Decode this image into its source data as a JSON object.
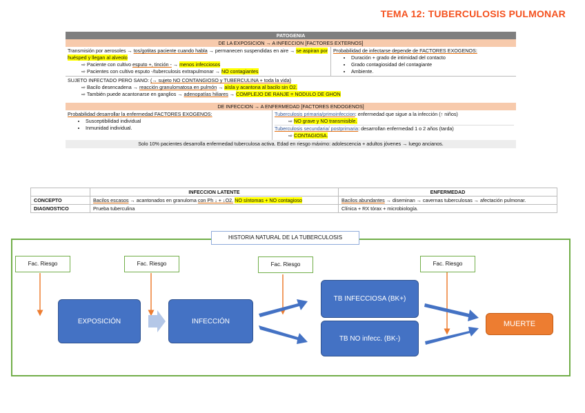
{
  "title": "TEMA 12: TUBERCULOSIS PULMONAR",
  "patogenia": {
    "header": "PATOGENIA",
    "sub1": "DE LA EXPOSICION → A INFECCION [FACTORES EXTERNOS]",
    "trans_a": "Transmisión por aerosoles → ",
    "trans_b": "tos/gotitas paciente cuando habla",
    "trans_c": " → permanecen suspendidas en aire → ",
    "trans_d": "se aspiran por huésped y llegan al alveolo",
    "cult1_a": "⇨ Paciente con cultivo ",
    "cult1_b": "esputo +, tinción -",
    "cult1_c": " → ",
    "cult1_d": "menos infecciosos",
    "cult2_a": "⇨ Pacientes con cultivo esputo -/tuberculosis extrapulmonar → ",
    "cult2_b": "NO contagiantes",
    "prob_title": "Probabilidad de infectarse depende de FACTORES EXOGENOS:",
    "prob_items": [
      "Duración + grado de intimidad del contacto",
      "Grado contagiosidad del contagiante",
      "Ambiente."
    ],
    "sano_a": "SUJETO INFECTADO PERO SANO: ",
    "sano_b": "(→ sujeto NO CONTANGIOSO y TUBERCULINA + toda la vida)",
    "bac_a": "⇨ Bacilo desencadena → ",
    "bac_b": "reacción granulomatosa en pulmón",
    "bac_c": " → ",
    "bac_d": "aísla y acantona al bacilo sin O2.",
    "tam_a": "⇨ También puede acantonarse en ganglios → ",
    "tam_b": "adenopatías hiliares",
    "tam_c": " → ",
    "tam_d": "COMPLEJO DE RANJE = NODULO DE GHON",
    "sub2": "DE INFECCION → A ENFERMEDAD [FACTORES ENDOGENOS]",
    "endo_title": "Probabilidad desarrollar la enfermedad FACTORES EXOGENOS:",
    "endo_items": [
      "Susceptibilidad individual",
      "Inmunidad individual."
    ],
    "prim_a": "Tuberculosis primaria/primoinfeccion",
    "prim_b": ": enfermedad que sigue a la infección (↑ niños)",
    "prim_c": "⇨ ",
    "prim_d": "NO grave y NO transmisible.",
    "sec_a": "Tuberculosis secundaria/ postprimaria",
    "sec_b": ": desarrollan enfermedad 1 o 2 años (tarda)",
    "sec_c": "⇨ ",
    "sec_d": "CONTAGIOSA.",
    "footer": "Solo 10% pacientes desarrolla enfermedad tuberculosa activa. Edad en riesgo máximo: adolescencia + adultos jóvenes → luego ancianos."
  },
  "table2": {
    "headers": [
      "",
      "INFECCION LATENTE",
      "ENFERMEDAD"
    ],
    "concepto_label": "CONCEPTO",
    "concepto_lat_a": "Bacilos escasos",
    "concepto_lat_b": " → acantonados en granuloma ",
    "concepto_lat_c": "con Ph ↓ + ↓O2.",
    "concepto_lat_d": " ",
    "concepto_lat_e": "NO síntomas + NO contagioso",
    "concepto_enf_a": "Bacilos abundantes",
    "concepto_enf_b": " → diseminan → cavernas tuberculosas → afectación pulmonar.",
    "diag_label": "DIAGNOSTICO",
    "diag_lat": "Prueba tuberculina",
    "diag_enf": "Clínica + RX tórax + microbiología."
  },
  "historia": {
    "title": "HISTORIA NATURAL DE LA TUBERCULOSIS",
    "fac": "Fac. Riesgo",
    "exposicion": "EXPOSICIÓN",
    "infeccion": "INFECCIÓN",
    "tb_inf": "TB INFECCIOSA (BK+)",
    "tb_noinf": "TB NO infecc. (BK-)",
    "muerte": "MUERTE"
  },
  "colors": {
    "title": "#f4511e",
    "blue_box": "#4472c4",
    "orange_box": "#ed7d31",
    "frame": "#70ad47",
    "arrow": "#ed7d31"
  }
}
